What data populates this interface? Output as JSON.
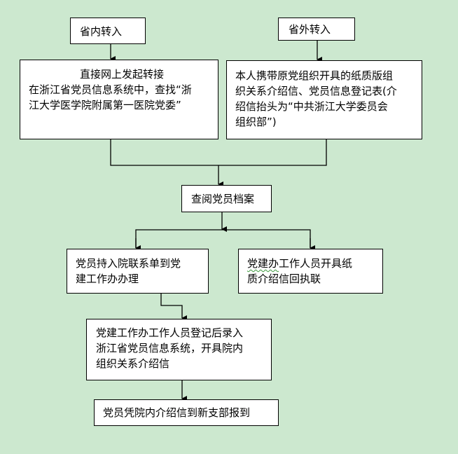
{
  "diagram": {
    "title": "党员组织关系转入流程",
    "colors": {
      "background": "#cce8cf",
      "box_fill": "#ffffff",
      "box_border": "#000000",
      "spellcheck_underline": "#3c9a3c"
    },
    "nodes": {
      "transfer_in_province": {
        "lines": [
          "省内转入"
        ]
      },
      "transfer_out_province": {
        "lines": [
          "省外转入"
        ]
      },
      "online_transfer": {
        "lines": [
          "直接网上发起转接",
          "在浙江省党员信息系统中，查找“浙",
          "江大学医学院附属第一医院党委”"
        ]
      },
      "paper_letter": {
        "lines": [
          "本人携带原党组织开具的纸质版组",
          "织关系介绍信、党员信息登记表(介",
          "绍信抬头为“中共浙江大学委员会",
          "组织部”)"
        ]
      },
      "review_archive": {
        "lines": [
          "查阅党员档案"
        ]
      },
      "member_contact_form": {
        "lines": [
          "党员持入院联系单到党",
          "建工作办办理"
        ]
      },
      "office_receipt": {
        "underlined_prefix": "党建办",
        "lines": [
          "工作人员开具纸",
          "质介绍信回执联"
        ]
      },
      "register_system": {
        "lines": [
          "党建工作办工作人员登记后录入",
          "浙江省党员信息系统，开具院内",
          "组织关系介绍信"
        ]
      },
      "report_branch": {
        "lines": [
          "党员凭院内介绍信到新支部报到"
        ]
      }
    },
    "edges": [
      {
        "from": "transfer_in_province",
        "to": "online_transfer"
      },
      {
        "from": "transfer_out_province",
        "to": "paper_letter"
      },
      {
        "from": "online_transfer",
        "to": "review_archive",
        "merge": true
      },
      {
        "from": "paper_letter",
        "to": "review_archive",
        "merge": true
      },
      {
        "from": "review_archive",
        "to": "member_contact_form",
        "split": true
      },
      {
        "from": "review_archive",
        "to": "office_receipt",
        "split": true
      },
      {
        "from": "member_contact_form",
        "to": "register_system"
      },
      {
        "from": "register_system",
        "to": "report_branch"
      }
    ]
  }
}
